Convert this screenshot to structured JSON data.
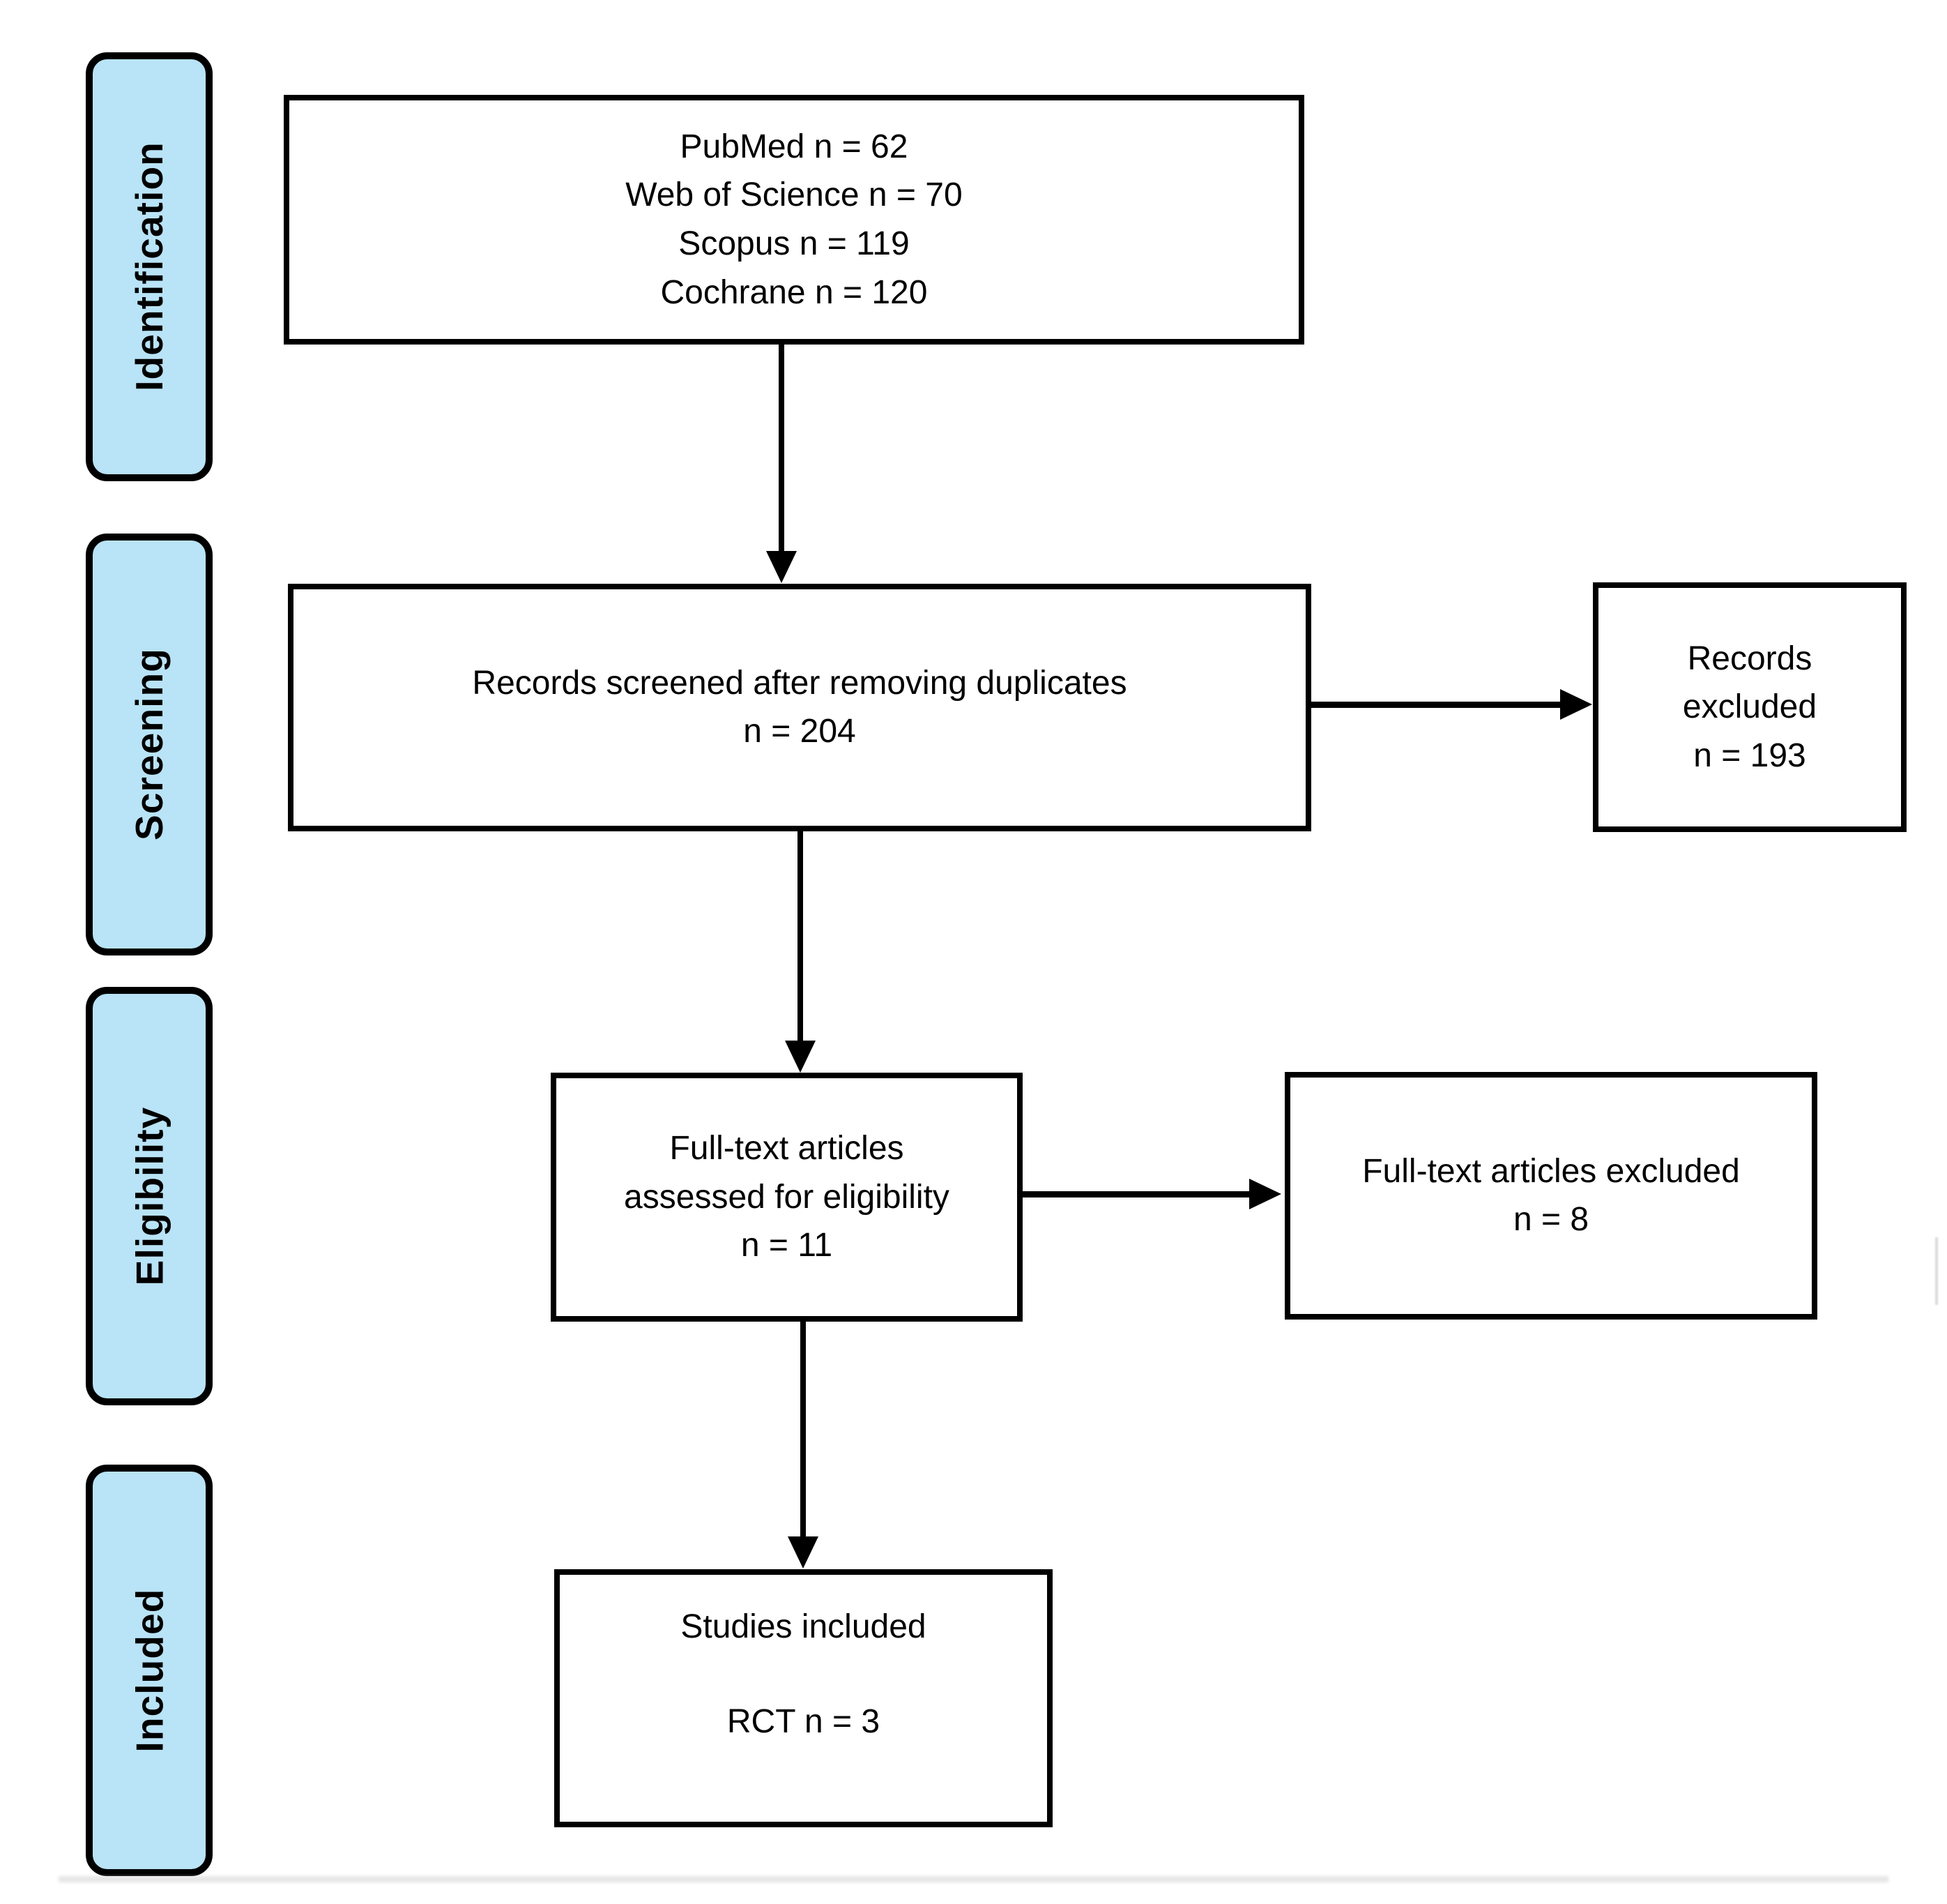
{
  "diagram": {
    "type": "prisma-flowchart",
    "stages": [
      {
        "label": "Identification"
      },
      {
        "label": "Screening"
      },
      {
        "label": "Eligibility"
      },
      {
        "label": "Included"
      }
    ],
    "boxes": {
      "sources": {
        "lines": [
          "PubMed n = 62",
          "Web of Science n = 70",
          "Scopus n = 119",
          "Cochrane n = 120"
        ]
      },
      "records_screened": {
        "lines": [
          "Records screened after removing duplicates",
          "n = 204"
        ]
      },
      "records_excluded": {
        "lines": [
          "Records",
          "excluded",
          "n = 193"
        ]
      },
      "fulltext_assessed": {
        "lines": [
          "Full-text articles",
          "assessed for eligibility",
          "n = 11"
        ]
      },
      "fulltext_excluded": {
        "lines": [
          "Full-text articles excluded",
          "n = 8"
        ]
      },
      "studies_included": {
        "lines": [
          "Studies included",
          "RCT n = 3"
        ]
      }
    },
    "arrows": [
      {
        "from": "sources",
        "to": "records_screened",
        "direction": "down"
      },
      {
        "from": "records_screened",
        "to": "records_excluded",
        "direction": "right"
      },
      {
        "from": "records_screened",
        "to": "fulltext_assessed",
        "direction": "down"
      },
      {
        "from": "fulltext_assessed",
        "to": "fulltext_excluded",
        "direction": "right"
      },
      {
        "from": "fulltext_assessed",
        "to": "studies_included",
        "direction": "down"
      }
    ],
    "colors": {
      "stage_fill": "#b9e3f6",
      "stage_border": "#000000",
      "box_fill": "#ffffff",
      "box_border": "#000000",
      "arrow": "#000000",
      "background": "#ffffff",
      "text": "#000000"
    }
  }
}
